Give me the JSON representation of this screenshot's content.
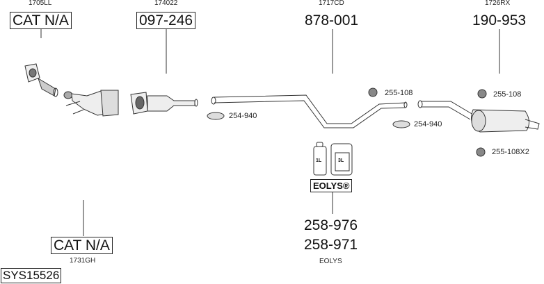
{
  "parts": {
    "front_pipe": {
      "code": "1705LL",
      "number": "CAT N/A"
    },
    "cat": {
      "code": "174022",
      "number": "097-246"
    },
    "middle": {
      "code": "1717CD",
      "number": "878-001"
    },
    "rear": {
      "code": "1726RX",
      "number": "190-953"
    },
    "bottom_cat": {
      "code": "1731GH",
      "number": "CAT N/A"
    },
    "eolys": {
      "code": "EOLYS",
      "number1": "258-976",
      "number2": "258-971",
      "brand": "EOLYS®",
      "bottle_1": "1L",
      "bottle_3": "3L"
    }
  },
  "fittings": {
    "clamp_1": "254-940",
    "clamp_2": "254-940",
    "rubber_1": "255-108",
    "rubber_2": "255-108",
    "rubber_3": "255-108X2"
  },
  "system_id": "SYS15526"
}
